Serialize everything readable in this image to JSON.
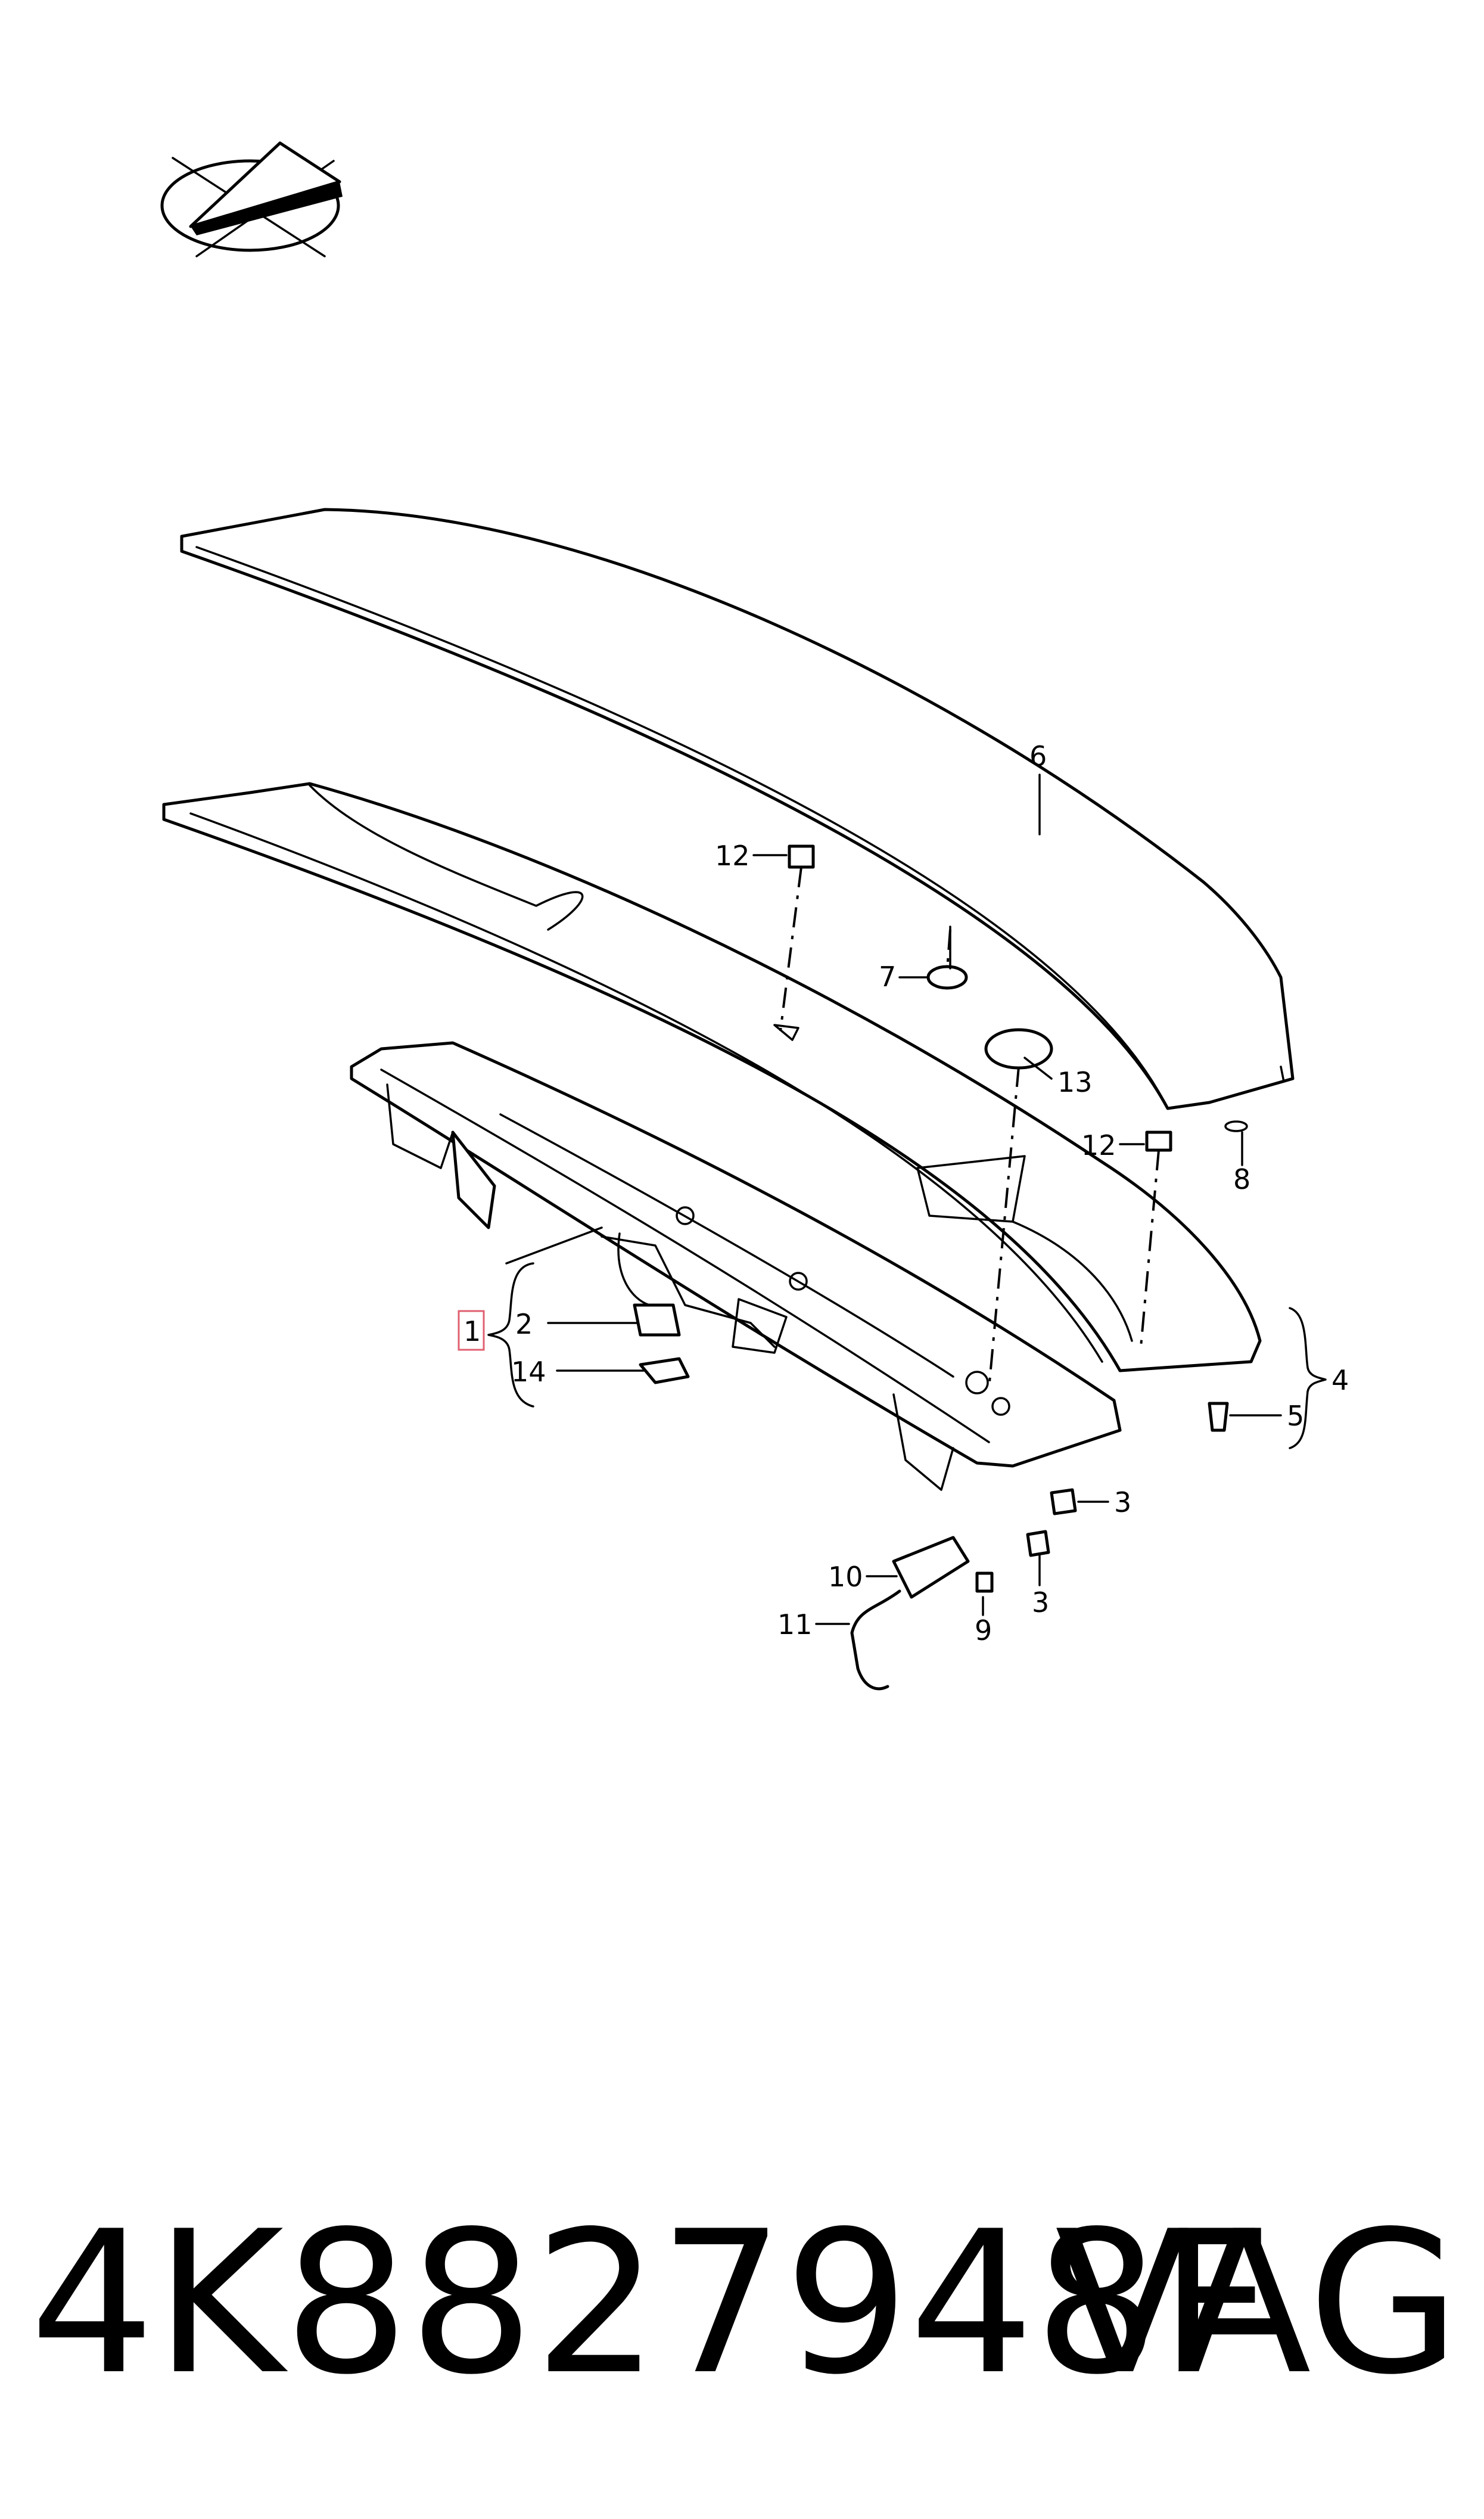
{
  "callouts": [
    {
      "id": "1",
      "highlighted": true
    },
    {
      "id": "2"
    },
    {
      "id": "3"
    },
    {
      "id": "3b",
      "label": "3"
    },
    {
      "id": "4"
    },
    {
      "id": "5"
    },
    {
      "id": "6"
    },
    {
      "id": "7"
    },
    {
      "id": "8"
    },
    {
      "id": "9"
    },
    {
      "id": "10"
    },
    {
      "id": "11"
    },
    {
      "id": "12"
    },
    {
      "id": "12b",
      "label": "12"
    },
    {
      "id": "13"
    },
    {
      "id": "14"
    }
  ],
  "labels": {
    "c1": "1",
    "c2": "2",
    "c3": "3",
    "c3b": "3",
    "c4": "4",
    "c5": "5",
    "c6": "6",
    "c7": "7",
    "c8": "8",
    "c9": "9",
    "c10": "10",
    "c11": "11",
    "c12": "12",
    "c12b": "12",
    "c13": "13",
    "c14": "14"
  },
  "footer": {
    "part_number": "4K8827948F",
    "brand": "VAG"
  },
  "colors": {
    "line": "#000000",
    "highlight_box": "#e06070",
    "background": "#ffffff"
  },
  "icons": {
    "orientation": "orientation-arrow-icon"
  }
}
